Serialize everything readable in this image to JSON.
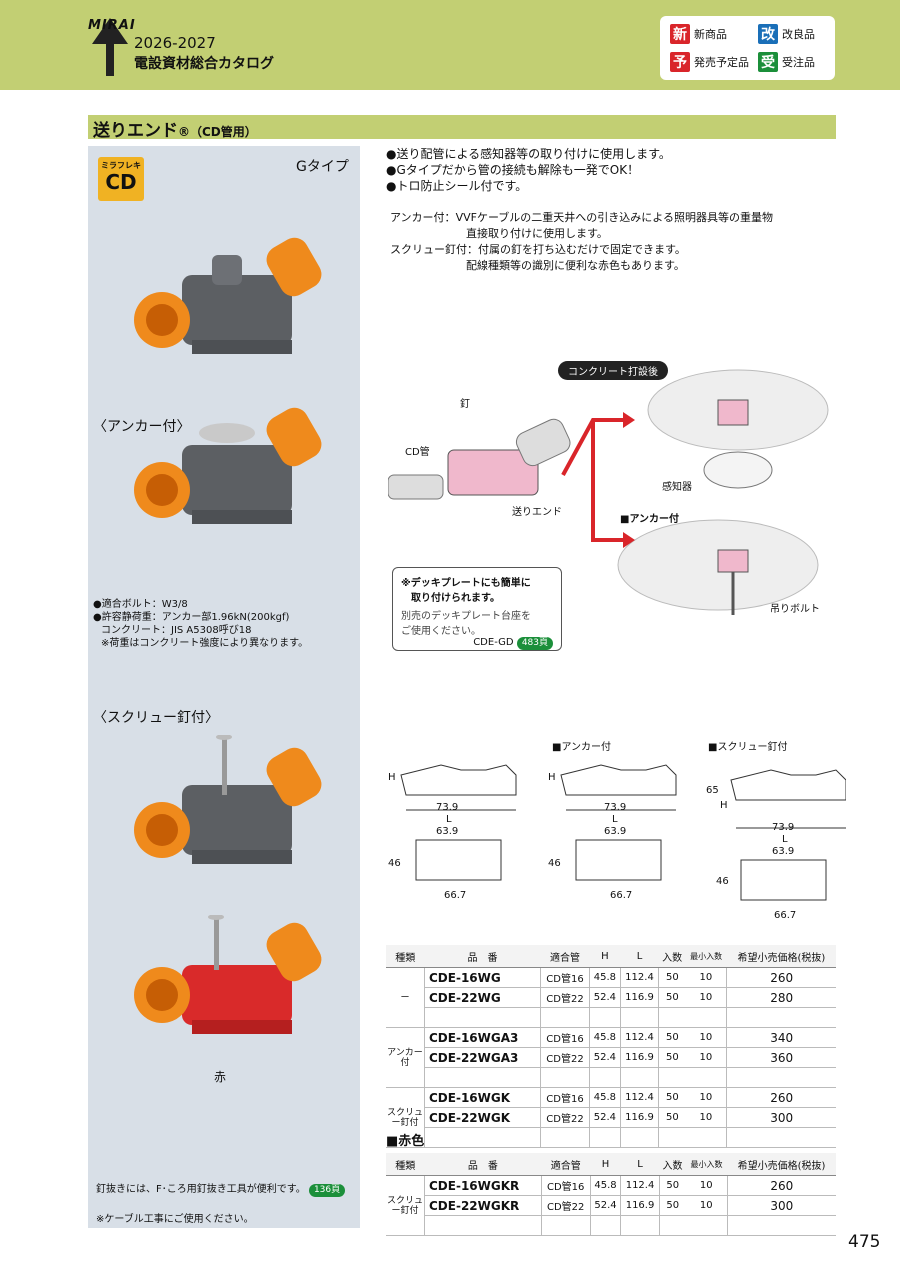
{
  "header": {
    "logo": "MIRAI",
    "year": "2026-2027",
    "catalog_title": "電設資材総合カタログ",
    "legend": [
      {
        "mark": "新",
        "label": "新商品",
        "color": "#d9252a"
      },
      {
        "mark": "改",
        "label": "改良品",
        "color": "#1a6fb8"
      },
      {
        "mark": "予",
        "label": "発売予定品",
        "color": "#d9252a"
      },
      {
        "mark": "受",
        "label": "受注品",
        "color": "#1b8f3a"
      }
    ]
  },
  "section": {
    "title": "送りエンド",
    "reg": "®",
    "sub": "（CD管用）"
  },
  "badge": {
    "line1": "ミラフレキ",
    "line2": "CD"
  },
  "left": {
    "g_type": "Gタイプ",
    "anchor_label": "〈アンカー付〉",
    "spec1": "●適合ボルト：W3/8",
    "spec2": "●許容静荷重：アンカー部1.96kN(200kgf)",
    "spec3": "コンクリート：JIS A5308呼び18",
    "spec4": "※荷重はコンクリート強度により異なります。",
    "screw_label": "〈スクリュー釘付〉",
    "red_label": "赤",
    "nail_note": "釘抜きには、F･ころ用釘抜き工具が便利です。",
    "nail_ref": "136頁",
    "cable_note": "※ケーブル工事にご使用ください。"
  },
  "features": [
    "●送り配管による感知器等の取り付けに使用します。",
    "●Gタイプだから管の接続も解除も一発でOK！",
    "●トロ防止シール付です。"
  ],
  "desc": {
    "anchor_head": "アンカー付：",
    "anchor_text1": "VVFケーブルの二重天井への引き込みによる照明器具等の重量物",
    "anchor_text2": "直接取り付けに使用します。",
    "screw_head": "スクリュー釘付：",
    "screw_text1": "付属の釘を打ち込むだけで固定できます。",
    "screw_text2": "配線種類等の識別に便利な赤色もあります。"
  },
  "diagram": {
    "after_concrete": "コンクリート打設後",
    "nail": "釘",
    "cd_pipe": "CD管",
    "okuri_end": "送りエンド",
    "sensor": "感知器",
    "anchor_tag": "■アンカー付",
    "hanging_bolt": "吊りボルト"
  },
  "note_box": {
    "line1": "※デッキプレートにも簡単に",
    "line2": "取り付けられます。",
    "line3": "別売のデッキプレート台座を",
    "line4": "ご使用ください。",
    "code": "CDE-GD",
    "ref": "483頁"
  },
  "dims": {
    "anchor_title": "■アンカー付",
    "screw_title": "■スクリュー釘付",
    "h": "H",
    "l": "L",
    "d739": "73.9",
    "d639": "63.9",
    "d46": "46",
    "d667": "66.7",
    "d65": "65"
  },
  "table_header": [
    "種類",
    "品　番",
    "適合管",
    "H",
    "L",
    "入数",
    "最小入数",
    "希望小売価格(税抜)"
  ],
  "table_groups": [
    {
      "group": "ー",
      "rows": [
        [
          "CDE-16WG",
          "CD管16",
          "45.8",
          "112.4",
          "50",
          "10",
          "260"
        ],
        [
          "CDE-22WG",
          "CD管22",
          "52.4",
          "116.9",
          "50",
          "10",
          "280"
        ]
      ]
    },
    {
      "group": "アンカー付",
      "rows": [
        [
          "CDE-16WGA3",
          "CD管16",
          "45.8",
          "112.4",
          "50",
          "10",
          "340"
        ],
        [
          "CDE-22WGA3",
          "CD管22",
          "52.4",
          "116.9",
          "50",
          "10",
          "360"
        ]
      ]
    },
    {
      "group": "スクリュー釘付",
      "rows": [
        [
          "CDE-16WGK",
          "CD管16",
          "45.8",
          "112.4",
          "50",
          "10",
          "260"
        ],
        [
          "CDE-22WGK",
          "CD管22",
          "52.4",
          "116.9",
          "50",
          "10",
          "300"
        ]
      ]
    }
  ],
  "red_title": "■赤色",
  "red_group": {
    "group": "スクリュー釘付",
    "rows": [
      [
        "CDE-16WGKR",
        "CD管16",
        "45.8",
        "112.4",
        "50",
        "10",
        "260"
      ],
      [
        "CDE-22WGKR",
        "CD管22",
        "52.4",
        "116.9",
        "50",
        "10",
        "300"
      ]
    ]
  },
  "page_number": "475"
}
